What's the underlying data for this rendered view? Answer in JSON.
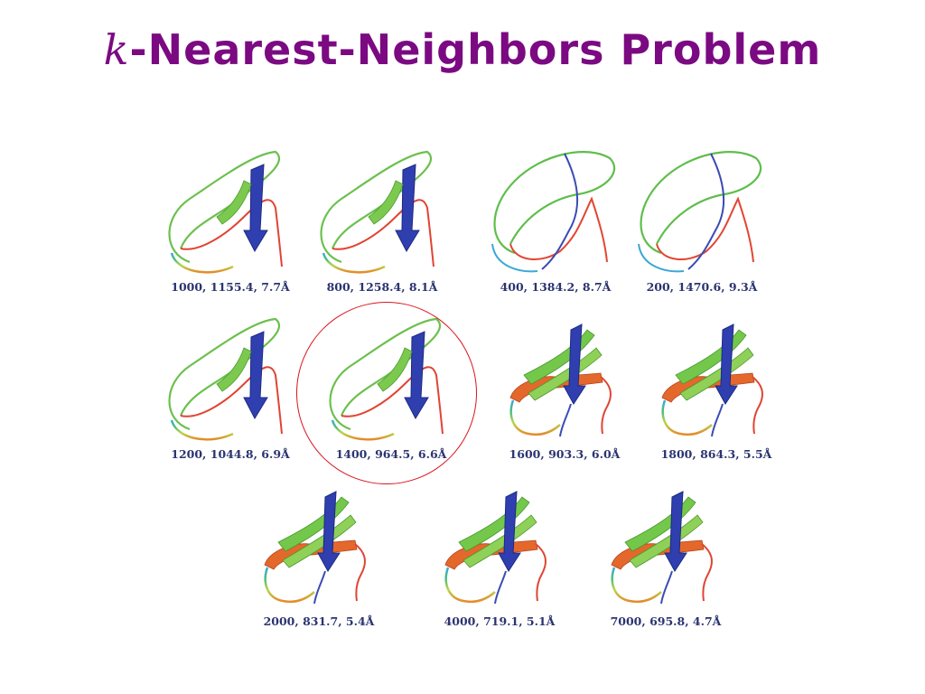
{
  "slide": {
    "title_variable": "k",
    "title_rest": "-Nearest-Neighbors Problem"
  },
  "figure": {
    "highlighted_panel": "1400,  964.5, 6.6Å",
    "rows": [
      {
        "panels": [
          {
            "caption": "1000,  1155.4, 7.7Å",
            "style": "partial"
          },
          {
            "caption": "800,  1258.4, 8.1Å",
            "style": "partial"
          },
          {
            "caption": "400,  1384.2, 8.7Å",
            "style": "loop"
          },
          {
            "caption": "200,  1470.6, 9.3Å",
            "style": "loop"
          }
        ]
      },
      {
        "panels": [
          {
            "caption": "1200,  1044.8, 6.9Å",
            "style": "partial"
          },
          {
            "caption": "1400,  964.5, 6.6Å",
            "style": "partial"
          },
          {
            "caption": "1600,  903.3, 6.0Å",
            "style": "folded"
          },
          {
            "caption": "1800,  864.3, 5.5Å",
            "style": "folded"
          }
        ]
      },
      {
        "panels": [
          {
            "caption": "2000,  831.7, 5.4Å",
            "style": "folded"
          },
          {
            "caption": "4000,  719.1, 5.1Å",
            "style": "folded"
          },
          {
            "caption": "7000,  695.8, 4.7Å",
            "style": "folded"
          }
        ]
      }
    ]
  }
}
